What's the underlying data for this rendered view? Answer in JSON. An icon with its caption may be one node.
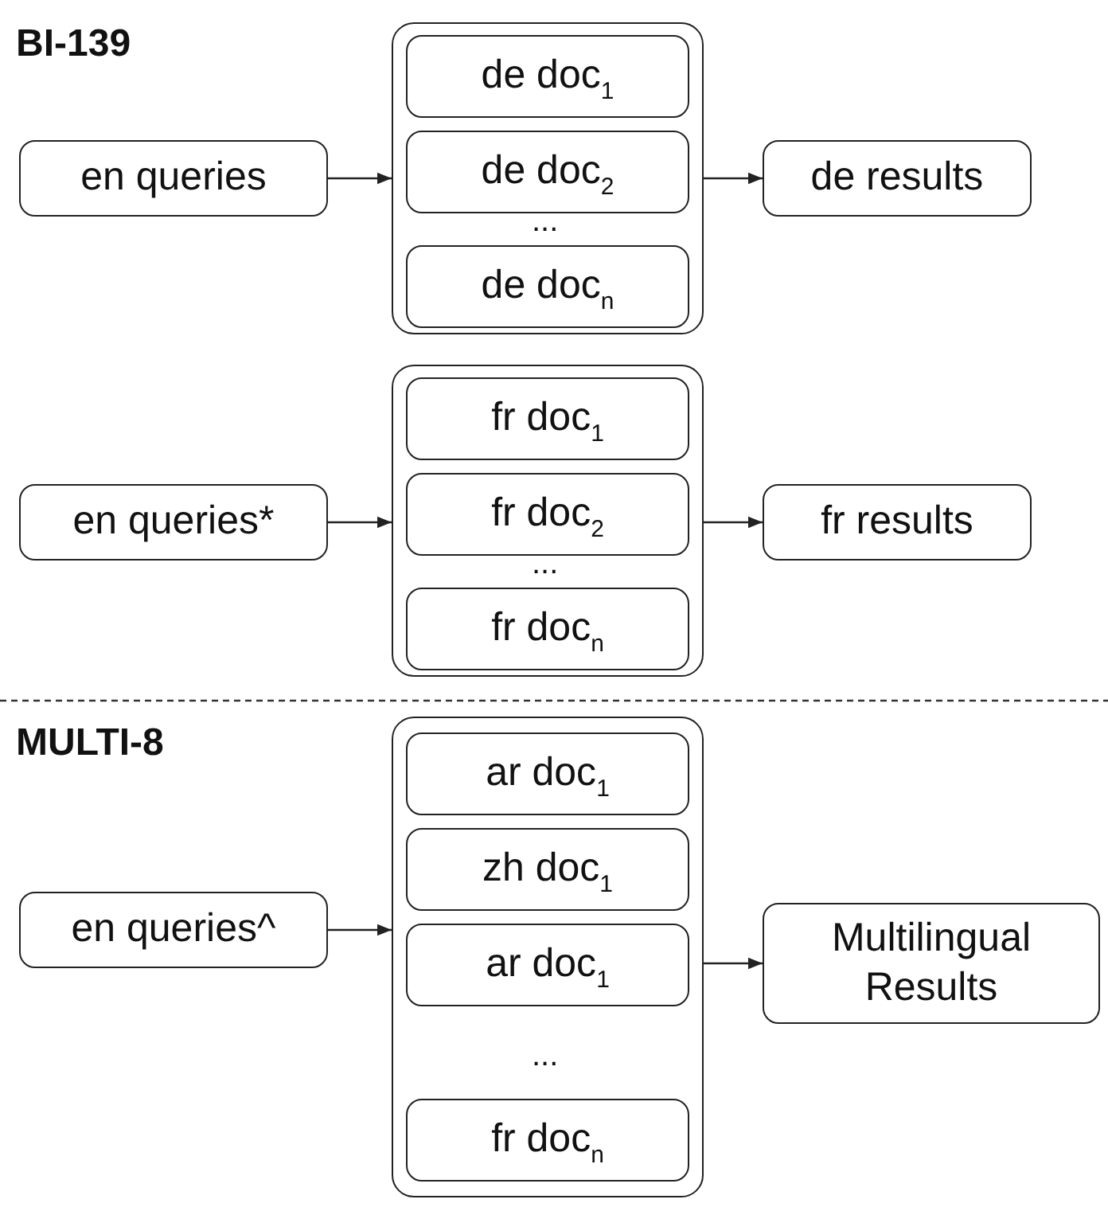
{
  "diagram": {
    "nodes": [
      {
        "text": [
          "en queries"
        ]
      },
      {
        "text": [],
        "shape": "box"
      },
      {
        "text": [
          "de doc$_{1}$"
        ],
        "in": 1
      },
      {
        "text": [
          "de doc$_{2}$"
        ],
        "in": 1
      },
      {
        "text": [
          "de doc$_{n}$"
        ],
        "in": 1
      },
      {
        "text": [
          "de results"
        ]
      },
      {
        "text": [
          "en queries*"
        ]
      },
      {
        "text": [],
        "shape": "box"
      },
      {
        "text": [
          "fr doc$_{1}$"
        ],
        "in": 7
      },
      {
        "text": [
          "fr doc$_{2}$"
        ],
        "in": 7
      },
      {
        "text": [
          "fr doc$_{n}$"
        ],
        "in": 7
      },
      {
        "text": [
          "fr results"
        ]
      },
      {
        "text": [
          "en queries^"
        ]
      },
      {
        "text": [],
        "shape": "box"
      },
      {
        "text": [
          "ar doc$_{1}$"
        ],
        "in": 13
      },
      {
        "text": [
          "zh doc$_{1}$"
        ],
        "in": 13
      },
      {
        "text": [
          "ar doc$_{1}$"
        ],
        "in": 13
      },
      {
        "text": [
          "fr doc$_{n}$"
        ],
        "in": 13
      },
      {
        "text": [
          "Multilingual Results"
        ]
      }
    ],
    "edges": [
      {
        "from": 0,
        "to": 1,
        "arrow": "to"
      },
      {
        "from": 1,
        "to": 5,
        "arrow": "to"
      },
      {
        "from": 6,
        "to": 7,
        "arrow": "to"
      },
      {
        "from": 7,
        "to": 11,
        "arrow": "to"
      },
      {
        "from": 12,
        "to": 13,
        "arrow": "to"
      },
      {
        "from": 13,
        "to": 18,
        "arrow": "to"
      }
    ],
    "labels": [
      "BI-139",
      "...",
      "...",
      "MULTI-8",
      "..."
    ]
  }
}
